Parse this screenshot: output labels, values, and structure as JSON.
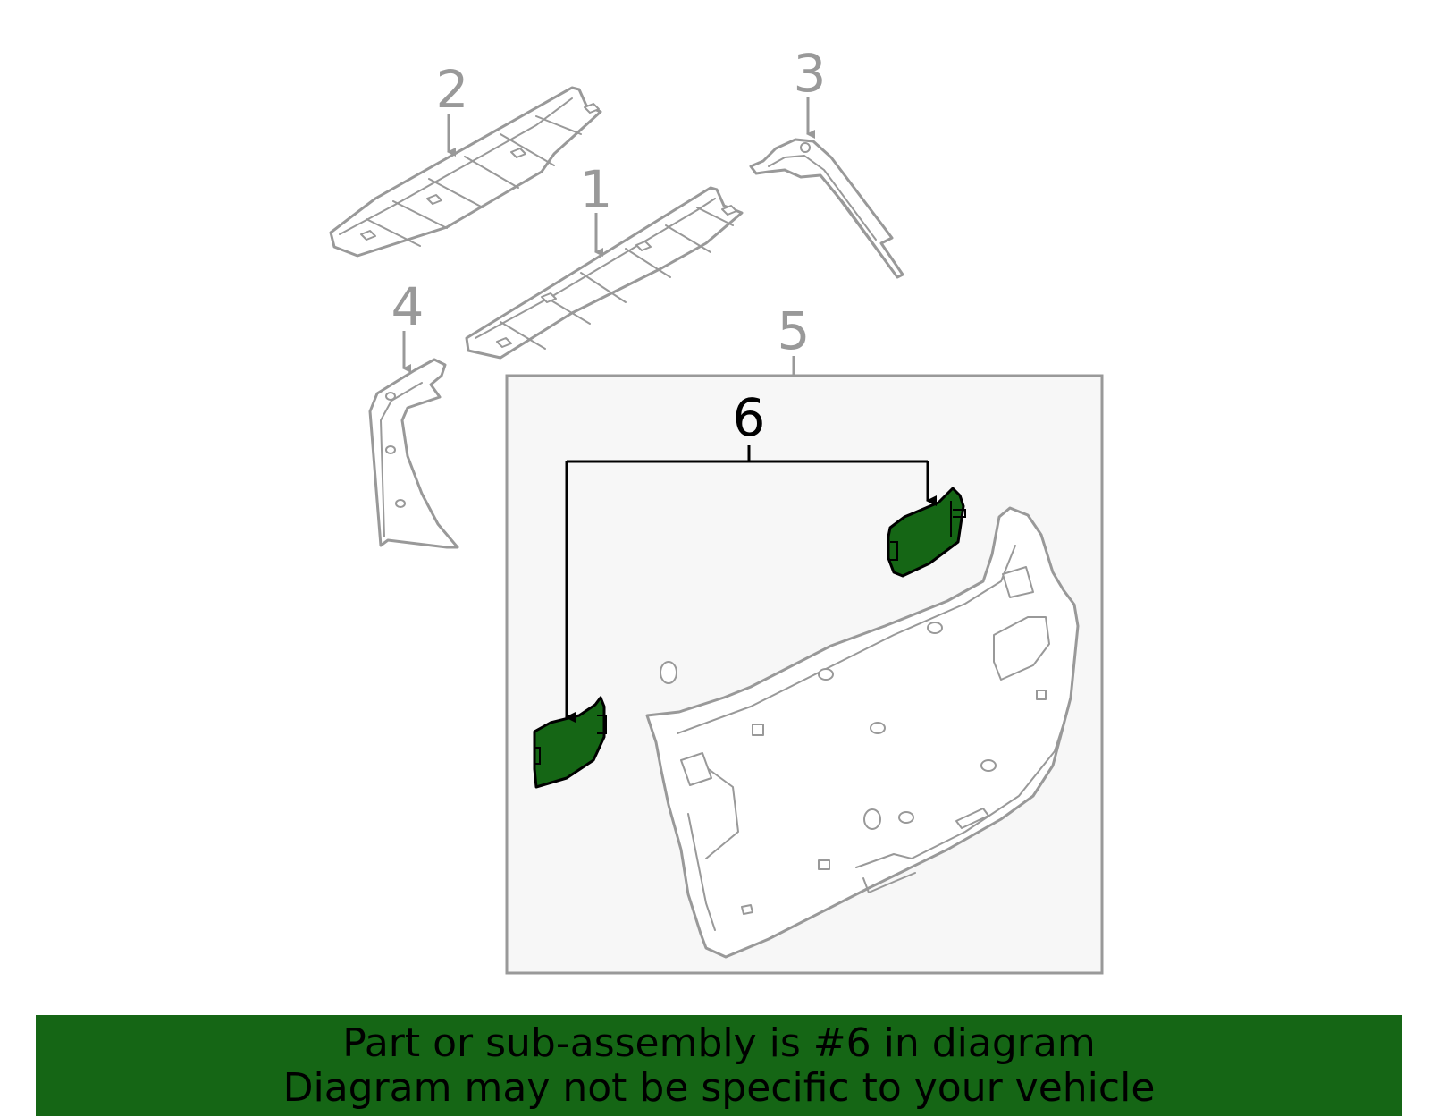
{
  "callouts": {
    "part_1": "1",
    "part_2": "2",
    "part_3": "3",
    "part_4": "4",
    "part_5": "5",
    "part_6": "6"
  },
  "highlighted_part": "6",
  "colors": {
    "highlight": "#156615",
    "line_gray": "#999999",
    "box_fill": "#f7f7f7",
    "banner_bg": "#156615"
  },
  "banner": {
    "line1": "Part or sub-assembly is #6 in diagram",
    "line2": "Diagram may not be specific to your vehicle"
  }
}
